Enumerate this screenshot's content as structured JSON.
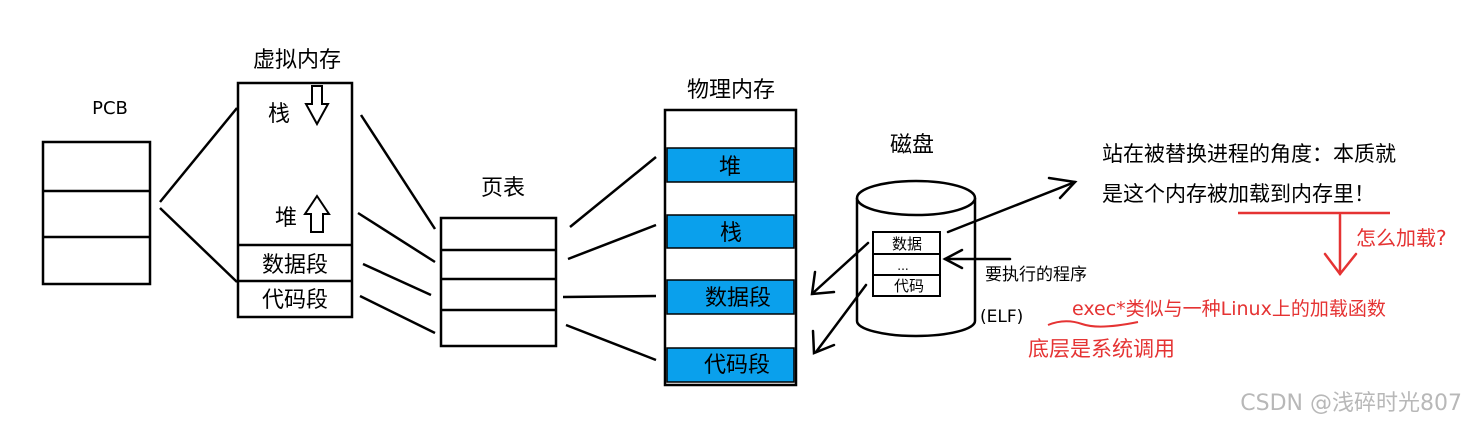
{
  "labels": {
    "pcb": "PCB",
    "virtual_memory": "虚拟内存",
    "page_table": "页表",
    "physical_memory": "物理内存",
    "disk": "磁盘"
  },
  "virtual_memory": {
    "stack": "栈",
    "heap": "堆",
    "data_segment": "数据段",
    "code_segment": "代码段"
  },
  "physical_memory": {
    "blocks": [
      "堆",
      "栈",
      "数据段",
      "代码段"
    ]
  },
  "disk_contents": {
    "data": "数据",
    "ellipsis": "...",
    "code": "代码"
  },
  "annotations": {
    "program_to_execute": "要执行的程序",
    "elf": "(ELF)",
    "replaced_view_line1": "站在被替换进程的角度：本质就",
    "replaced_view_line2": "是这个内存被加载到内存里！",
    "how_to_load": "怎么加载?",
    "exec_note": "exec*类似与一种Linux上的加载函数",
    "syscall_note": "底层是系统调用"
  },
  "watermark": "CSDN @浅碎时光807",
  "colors": {
    "block_fill": "#0aa0ec",
    "annotation_red": "#e53333",
    "line": "#000000"
  }
}
